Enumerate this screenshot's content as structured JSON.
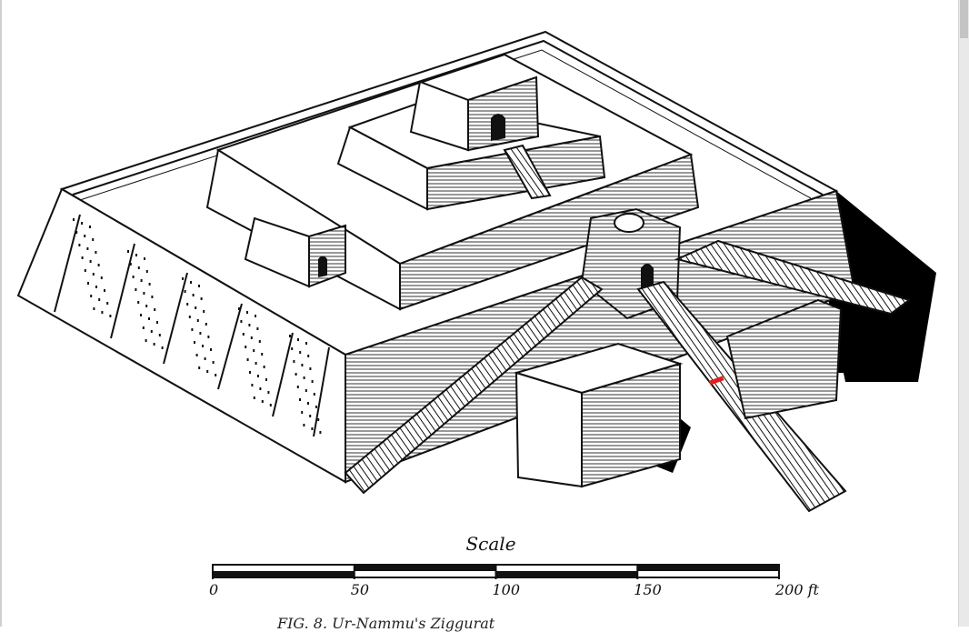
{
  "scale": {
    "title": "Scale",
    "ticks": [
      "0",
      "50",
      "100",
      "150",
      "200"
    ],
    "unit": "ft",
    "max_value": 200
  },
  "caption": "FIG. 8. Ur-Nammu's Ziggurat",
  "colors": {
    "ink": "#111111",
    "paper": "#ffffff",
    "face_hatch": "#bdbdbd",
    "shadow": "#000000",
    "marker": "#e02020"
  }
}
